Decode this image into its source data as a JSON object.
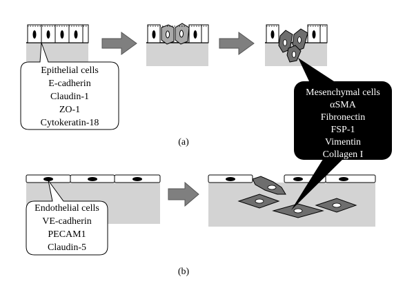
{
  "panels": {
    "a": {
      "label": "(a)",
      "epithelial_callout": [
        "Epithelial cells",
        "E-cadherin",
        "Claudin-1",
        "ZO-1",
        "Cytokeratin-18"
      ]
    },
    "b": {
      "label": "(b)",
      "endothelial_callout": [
        "Endothelial cells",
        "VE-cadherin",
        "PECAM1",
        "Claudin-5"
      ]
    }
  },
  "mesenchymal_callout": [
    "Mesenchymal cells",
    "αSMA",
    "Fibronectin",
    "FSP-1",
    "Vimentin",
    "Collagen I"
  ],
  "colors": {
    "tissue": "#d3d3d3",
    "arrow": "#7f7f7f",
    "transitioning_cell": "#a9a9a9",
    "mesenchymal_cell": "#6e6e6e",
    "callout_dark": "#000000"
  }
}
